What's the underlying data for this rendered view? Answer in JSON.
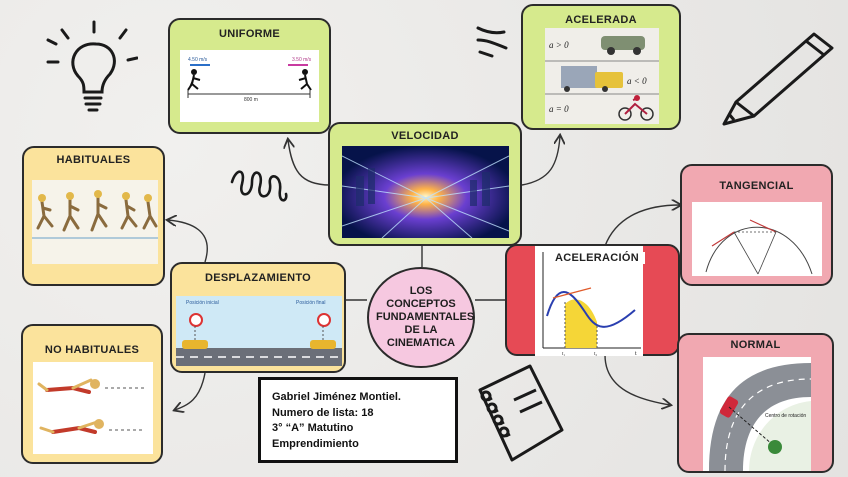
{
  "center": {
    "title": "LOS CONCEPTOS FUNDAMENTALES DE LA CINEMATICA"
  },
  "nodes": {
    "uniforme": {
      "title": "UNIFORME",
      "speed_left": "4.50 m/s",
      "speed_right": "3.50 m/s",
      "distance": "800 m"
    },
    "velocidad": {
      "title": "VELOCIDAD"
    },
    "acelerada": {
      "title": "ACELERADA",
      "row1": "a > 0",
      "row2": "a < 0",
      "row3": "a = 0"
    },
    "habituales": {
      "title": "HABITUALES"
    },
    "desplazamiento": {
      "title": "DESPLAZAMIENTO",
      "start_label": "Posición inicial",
      "end_label": "Posición final"
    },
    "aceleracion": {
      "title": "ACELERACIÓN",
      "tick_t1": "t₁",
      "tick_t2": "t₂",
      "axis_t": "t"
    },
    "tangencial": {
      "title": "TANGENCIAL"
    },
    "normal": {
      "title": "NORMAL",
      "center_label": "Centro de rotación"
    },
    "no_habituales": {
      "title": "NO HABITUALES"
    }
  },
  "author": {
    "name": "Gabriel Jiménez Montiel.",
    "list_number": "Numero de lista:  18",
    "group": "3° “A” Matutino",
    "subject": "Emprendimiento"
  },
  "colors": {
    "green": "#d6ea8d",
    "yellow": "#fbe39c",
    "pink": "#f1a8b1",
    "red": "#e64a55",
    "center": "#f6c8e0"
  },
  "icons": [
    "lightbulb-icon",
    "pencil-icon",
    "notebook-icon",
    "spring-doodle-icon"
  ]
}
